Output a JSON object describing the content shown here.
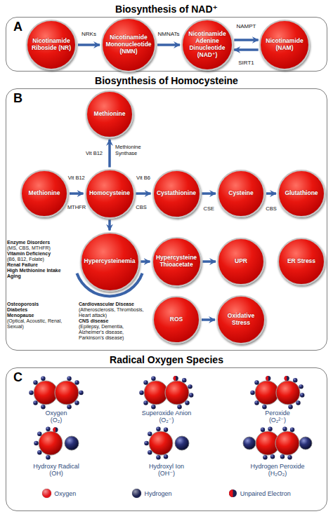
{
  "diagram": {
    "nodes": [
      {
        "text": [
          "Biosynthesis of NAD⁺",
          "A"
        ]
      },
      {
        "text": [
          "Nicotinamide Riboside (NR)"
        ],
        "in": 0
      },
      {
        "text": [
          "Nicotinamide Mononucleotide (NMN)"
        ],
        "in": 0
      },
      {
        "text": [
          "Nicotinamide Adenine Dinucleotide (NAD⁺)"
        ],
        "in": 0
      },
      {
        "text": [
          "Nicotinamide (NAM)"
        ],
        "in": 0
      },
      {
        "text": [
          "Biosynthesis of Homocysteine",
          "B"
        ]
      },
      {
        "text": [
          "Methionine"
        ],
        "in": 5
      },
      {
        "text": [
          "Methionine"
        ],
        "in": 5
      },
      {
        "text": [
          "Homocysteine"
        ],
        "in": 5
      },
      {
        "text": [
          "Cystathionine"
        ],
        "in": 5
      },
      {
        "text": [
          "Cysteine"
        ],
        "in": 5
      },
      {
        "text": [
          "Glutathione"
        ],
        "in": 5
      },
      {
        "text": [
          "Hypercysteinemia"
        ],
        "in": 5
      },
      {
        "text": [
          "Hypercysteine Thioacetate"
        ],
        "in": 5
      },
      {
        "text": [
          "UPR"
        ],
        "in": 5
      },
      {
        "text": [
          "ER Stress"
        ],
        "in": 5
      },
      {
        "text": [
          "ROS"
        ],
        "in": 5
      },
      {
        "text": [
          "Oxidative Stress"
        ],
        "in": 5
      },
      {
        "text": [
          "Radical Oxygen Species",
          "C"
        ]
      }
    ],
    "edges": [
      {
        "from": 1,
        "to": 2,
        "arrow": "to",
        "label": "NRKs"
      },
      {
        "from": 2,
        "to": 3,
        "arrow": "to",
        "label": "NMNATs"
      },
      {
        "from": 3,
        "to": 4,
        "arrow": "to",
        "label": "NAMPT"
      },
      {
        "from": 4,
        "to": 3,
        "arrow": "to",
        "label": "SIRT1"
      },
      {
        "from": 8,
        "to": 6,
        "arrow": "to",
        "label": "Vit B12"
      },
      {
        "from": 7,
        "to": 8,
        "arrow": "to",
        "label": "Vit B12"
      },
      {
        "from": 8,
        "to": 9,
        "arrow": "to",
        "label": "Vit B6"
      },
      {
        "from": 9,
        "to": 10,
        "arrow": "to",
        "label": "CSE"
      },
      {
        "from": 10,
        "to": 11,
        "arrow": "to",
        "label": "CBS"
      },
      {
        "from": 8,
        "to": 12,
        "arrow": "to"
      },
      {
        "from": 12,
        "to": 13,
        "arrow": "to"
      },
      {
        "from": 13,
        "to": 14,
        "arrow": "to"
      },
      {
        "from": 16,
        "to": 17,
        "arrow": "to"
      }
    ],
    "labels": [
      "Methionine Synthase",
      "MTHFR",
      "CBS",
      "Enzyme Disorders",
      "(MS, CBS, MTHFR)",
      "Vitamin Deficiency",
      "(B6, B12, Folate)",
      "Renal Failure",
      "High Methionine Intake",
      "Aging",
      "Osteoporosis",
      "Diabetes",
      "Menopause",
      "(Optical, Acoustic, Renal, Sexual)",
      "Cardiovascular Disease",
      "(Atherosclerosis, Thrombosis, Heart attack)",
      "CNS disease",
      "(Epilepsy, Dementia, Alzheimer's disease, Parkinson's disease)",
      "Oxygen",
      "(O₂)",
      "Superoxide Anion",
      "(O₂⁻)",
      "Peroxide",
      "(O₂²⁻)",
      "Hydroxy Radical",
      "(OH)",
      "Hydroxyl Ion",
      "(OH⁻)",
      "Hydrogen Peroxide",
      "(H₂O₂)"
    ],
    "legend": [
      {
        "text": "Oxygen",
        "color": "#e3141b"
      },
      {
        "text": "Hydrogen",
        "color": "#1c2150"
      },
      {
        "text": "Unpaired Electron"
      }
    ]
  }
}
